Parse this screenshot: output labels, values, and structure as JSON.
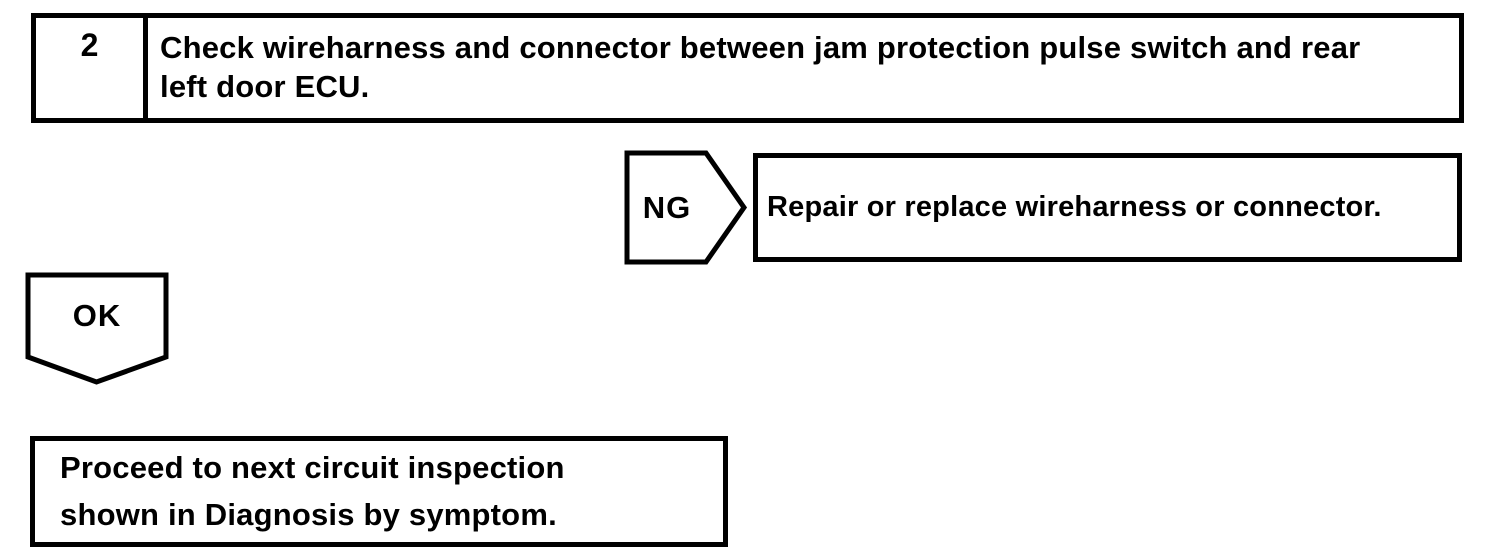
{
  "step": {
    "number": "2",
    "instruction_lines": [
      "Check wireharness and connector between jam protection pulse switch and rear",
      "left door ECU."
    ]
  },
  "ng_branch": {
    "label": "NG",
    "action": "Repair or replace wireharness or connector."
  },
  "ok_branch": {
    "label": "OK"
  },
  "next_step": {
    "lines": [
      "Proceed to next circuit inspection",
      "shown in Diagnosis by symptom."
    ]
  },
  "colors": {
    "ink": "#000000",
    "paper": "#ffffff"
  }
}
